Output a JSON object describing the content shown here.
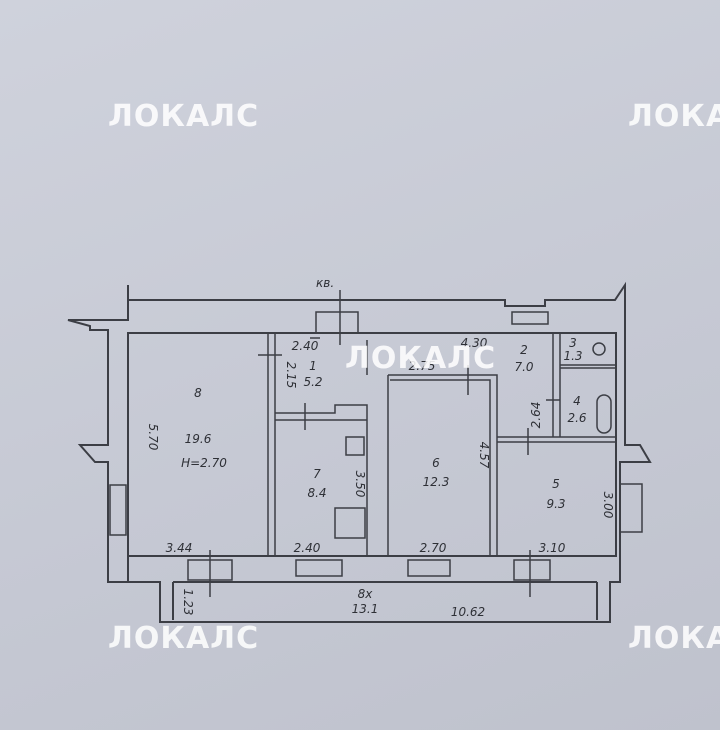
{
  "watermark": "ЛОКАЛС",
  "plan_label": "кв.",
  "rooms": [
    {
      "num": "8",
      "area": "19.6",
      "height": "H=2.70"
    },
    {
      "num": "1",
      "area": "5.2"
    },
    {
      "num": "7",
      "area": "8.4"
    },
    {
      "num": "2",
      "area": "7.0"
    },
    {
      "num": "3",
      "area": "1.3"
    },
    {
      "num": "4",
      "area": "2.6"
    },
    {
      "num": "6",
      "area": "12.3"
    },
    {
      "num": "5",
      "area": "9.3"
    },
    {
      "num": "8х",
      "area": "13.1"
    }
  ],
  "dimensions": {
    "d570": "5.70",
    "d240a": "2.40",
    "d215": "2.15",
    "d350": "3.50",
    "d344": "3.44",
    "d240b": "2.40",
    "d430": "4.30",
    "d275": "2.75",
    "d264": "2.64",
    "d457": "4.57",
    "d270": "2.70",
    "d300": "3.00",
    "d310": "3.10",
    "d123": "1.23",
    "d1062": "10.62"
  }
}
